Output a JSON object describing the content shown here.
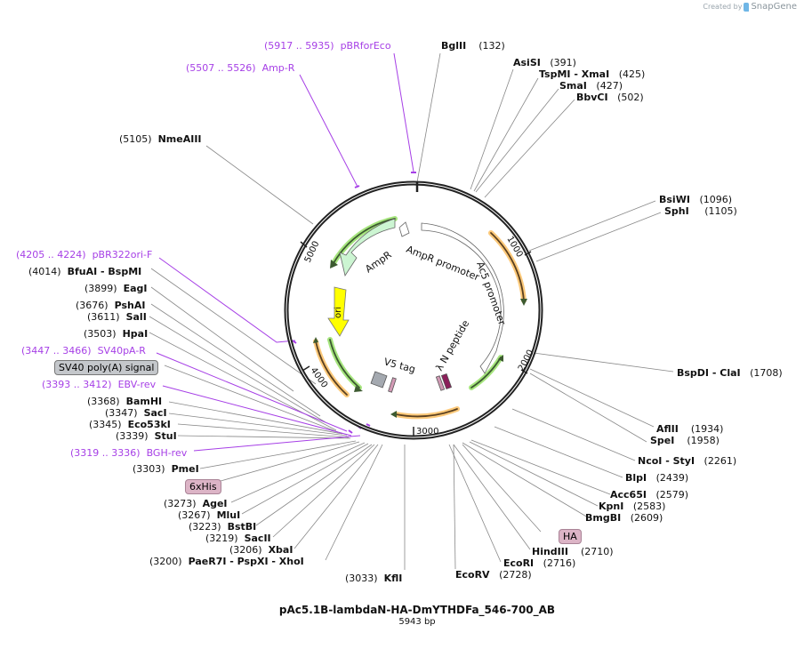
{
  "credit": {
    "prefix": "Created by",
    "brand": "SnapGene"
  },
  "plasmid": {
    "name": "pAc5.1B-lambdaN-HA-DmYTHDFa_546-700_AB",
    "length": "5943 bp"
  },
  "ticks": [
    "1000",
    "2000",
    "3000",
    "4000",
    "5000"
  ],
  "features": {
    "ampr": "AmpR",
    "ampr_promoter": "AmpR promoter",
    "ac5_promoter": "Ac5 promoter",
    "lambda_n": "λ N peptide",
    "ori": "ori",
    "v5": "V5 tag"
  },
  "colors": {
    "primer": "#a63fe6",
    "ampr_fill": "#ccf5d2",
    "ori_fill": "#ffff00",
    "orf_green": "#a6e57e",
    "orf_orange": "#fcc97a",
    "v5_fill": "#a4a9b0",
    "lambda_fill": "#8b1f5a",
    "ha_fill": "#d29ab5"
  },
  "sites_right": [
    {
      "name": "BglII",
      "pos": "(132)"
    },
    {
      "name": "AsiSI",
      "pos": "(391)"
    },
    {
      "name": "TspMI   - XmaI",
      "pos": "(425)"
    },
    {
      "name": "SmaI",
      "pos": "(427)"
    },
    {
      "name": "BbvCI",
      "pos": "(502)"
    },
    {
      "name": "BsiWI",
      "pos": "(1096)"
    },
    {
      "name": "SphI",
      "pos": "(1105)"
    },
    {
      "name": "BspDI   - ClaI",
      "pos": "(1708)"
    },
    {
      "name": "AflII",
      "pos": "(1934)"
    },
    {
      "name": "SpeI",
      "pos": "(1958)"
    },
    {
      "name": "NcoI   - StyI",
      "pos": "(2261)"
    },
    {
      "name": "BlpI",
      "pos": "(2439)"
    },
    {
      "name": "Acc65I",
      "pos": "(2579)"
    },
    {
      "name": "KpnI",
      "pos": "(2583)"
    },
    {
      "name": "BmgBI",
      "pos": "(2609)"
    },
    {
      "name": "HindIII",
      "pos": "(2710)"
    },
    {
      "name": "EcoRI",
      "pos": "(2716)"
    },
    {
      "name": "EcoRV",
      "pos": "(2728)"
    }
  ],
  "sites_left": [
    {
      "pos": "(5105)",
      "name": "NmeAIII"
    },
    {
      "pos": "(4014)",
      "name": "BfuAI   - BspMI"
    },
    {
      "pos": "(3899)",
      "name": "EagI"
    },
    {
      "pos": "(3676)",
      "name": "PshAI"
    },
    {
      "pos": "(3611)",
      "name": "SalI"
    },
    {
      "pos": "(3503)",
      "name": "HpaI"
    },
    {
      "pos": "(3368)",
      "name": "BamHI"
    },
    {
      "pos": "(3347)",
      "name": "SacI"
    },
    {
      "pos": "(3345)",
      "name": "Eco53kI"
    },
    {
      "pos": "(3339)",
      "name": "StuI"
    },
    {
      "pos": "(3303)",
      "name": "PmeI"
    },
    {
      "pos": "(3273)",
      "name": "AgeI"
    },
    {
      "pos": "(3267)",
      "name": "MluI"
    },
    {
      "pos": "(3223)",
      "name": "BstBI"
    },
    {
      "pos": "(3219)",
      "name": "SacII"
    },
    {
      "pos": "(3206)",
      "name": "XbaI"
    },
    {
      "pos": "(3200)",
      "name": "PaeR7I   - PspXI   - XhoI"
    },
    {
      "pos": "(3033)",
      "name": "KflI"
    }
  ],
  "primers": [
    {
      "range": "(5917 .. 5935)",
      "name": "pBRforEco"
    },
    {
      "range": "(5507 .. 5526)",
      "name": "Amp-R"
    },
    {
      "range": "(4205 .. 4224)",
      "name": "pBR322ori-F"
    },
    {
      "range": "(3447 .. 3466)",
      "name": "SV40pA-R"
    },
    {
      "range": "(3393 .. 3412)",
      "name": "EBV-rev"
    },
    {
      "range": "(3319 .. 3336)",
      "name": "BGH-rev"
    }
  ],
  "feature_badges": [
    {
      "label": "SV40 poly(A) signal"
    },
    {
      "label": "6xHis"
    },
    {
      "label": "HA"
    }
  ]
}
